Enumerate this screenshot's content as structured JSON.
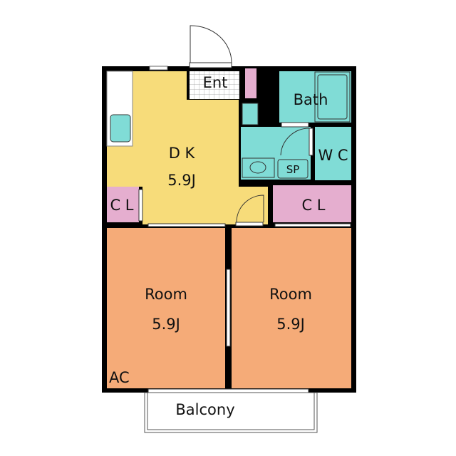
{
  "colors": {
    "dk": "#f7dc7a",
    "wet": "#80dcd6",
    "closet": "#e5aecf",
    "room": "#f5ab78",
    "wall": "#000000"
  },
  "rooms": {
    "entrance": {
      "label": "Ent"
    },
    "bath": {
      "label": "Bath"
    },
    "dk": {
      "label": "D K",
      "size": "5.9J"
    },
    "wc": {
      "label": "W C"
    },
    "sink": {
      "label": "SP"
    },
    "closet_left": {
      "label": "C L"
    },
    "closet_right": {
      "label": "C L"
    },
    "room_left": {
      "label": "Room",
      "size": "5.9J",
      "ac": "AC"
    },
    "room_right": {
      "label": "Room",
      "size": "5.9J"
    },
    "balcony": {
      "label": "Balcony"
    }
  }
}
